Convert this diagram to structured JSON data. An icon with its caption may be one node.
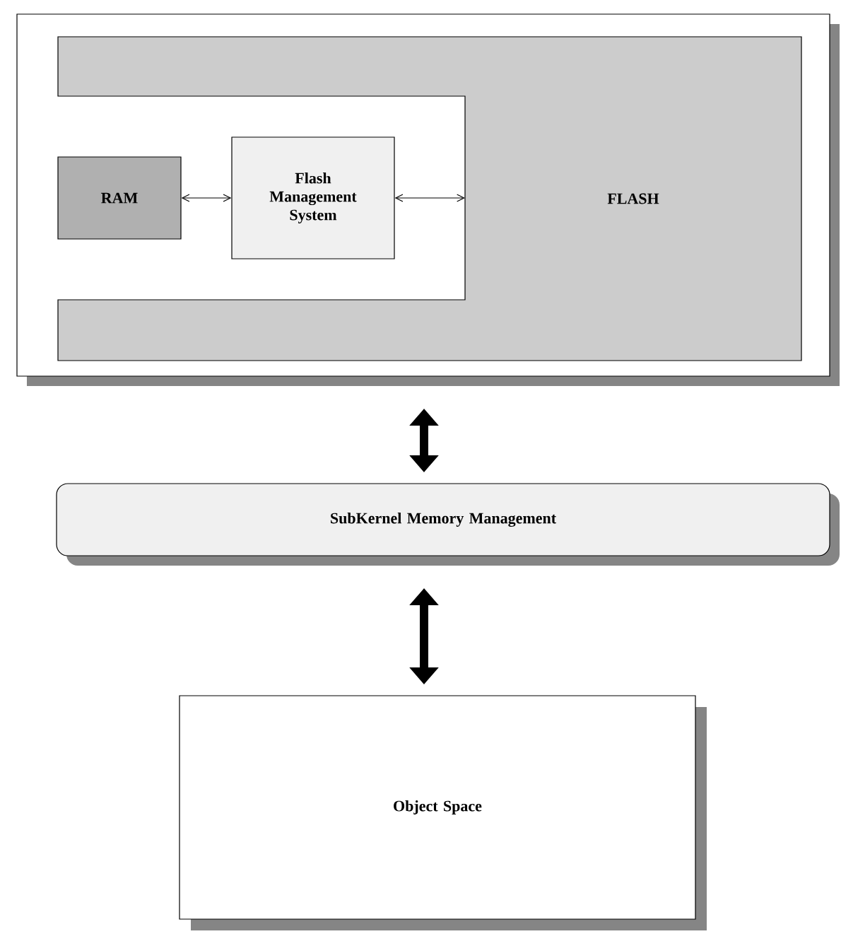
{
  "diagram": {
    "nodes": [
      {
        "text": [],
        "shape": "box"
      },
      {
        "text": [
          "RAM"
        ],
        "in": 0
      },
      {
        "text": [
          "Flash Management System"
        ],
        "in": 0
      },
      {
        "text": [
          "FLASH"
        ],
        "in": 0
      },
      {
        "text": [
          "SubKernel Memory Management"
        ]
      },
      {
        "text": [
          "Object Space"
        ]
      }
    ],
    "edges": [
      {
        "from": 1,
        "to": 2,
        "arrow": "both"
      },
      {
        "from": 2,
        "to": 3,
        "arrow": "both"
      },
      {
        "from": 0,
        "to": 4,
        "arrow": "both",
        "style": "thick"
      },
      {
        "from": 4,
        "to": 5,
        "arrow": "both",
        "style": "thick"
      }
    ]
  }
}
